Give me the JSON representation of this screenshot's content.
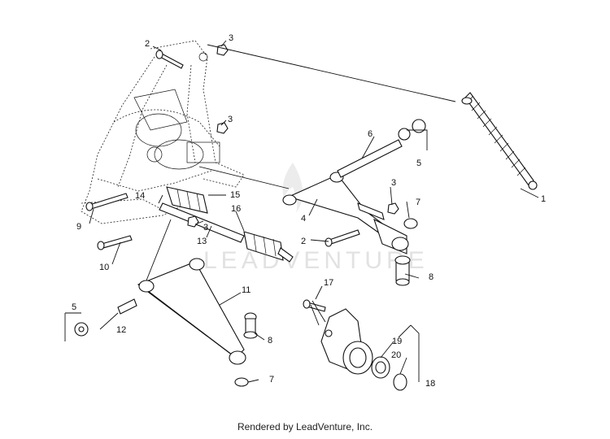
{
  "diagram": {
    "watermark": "LEADVENTURE",
    "callouts": {
      "c1": "1",
      "c2a": "2",
      "c2b": "2",
      "c3a": "3",
      "c3b": "3",
      "c3c": "3",
      "c3d": "3",
      "c4": "4",
      "c5a": "5",
      "c5b": "5",
      "c6": "6",
      "c7a": "7",
      "c7b": "7",
      "c8a": "8",
      "c8b": "8",
      "c9": "9",
      "c10": "10",
      "c11": "11",
      "c12": "12",
      "c13": "13",
      "c14": "14",
      "c15": "15",
      "c16": "16",
      "c17": "17",
      "c18": "18",
      "c19": "19",
      "c20": "20"
    }
  },
  "footer": {
    "text": "Rendered by LeadVenture, Inc."
  }
}
